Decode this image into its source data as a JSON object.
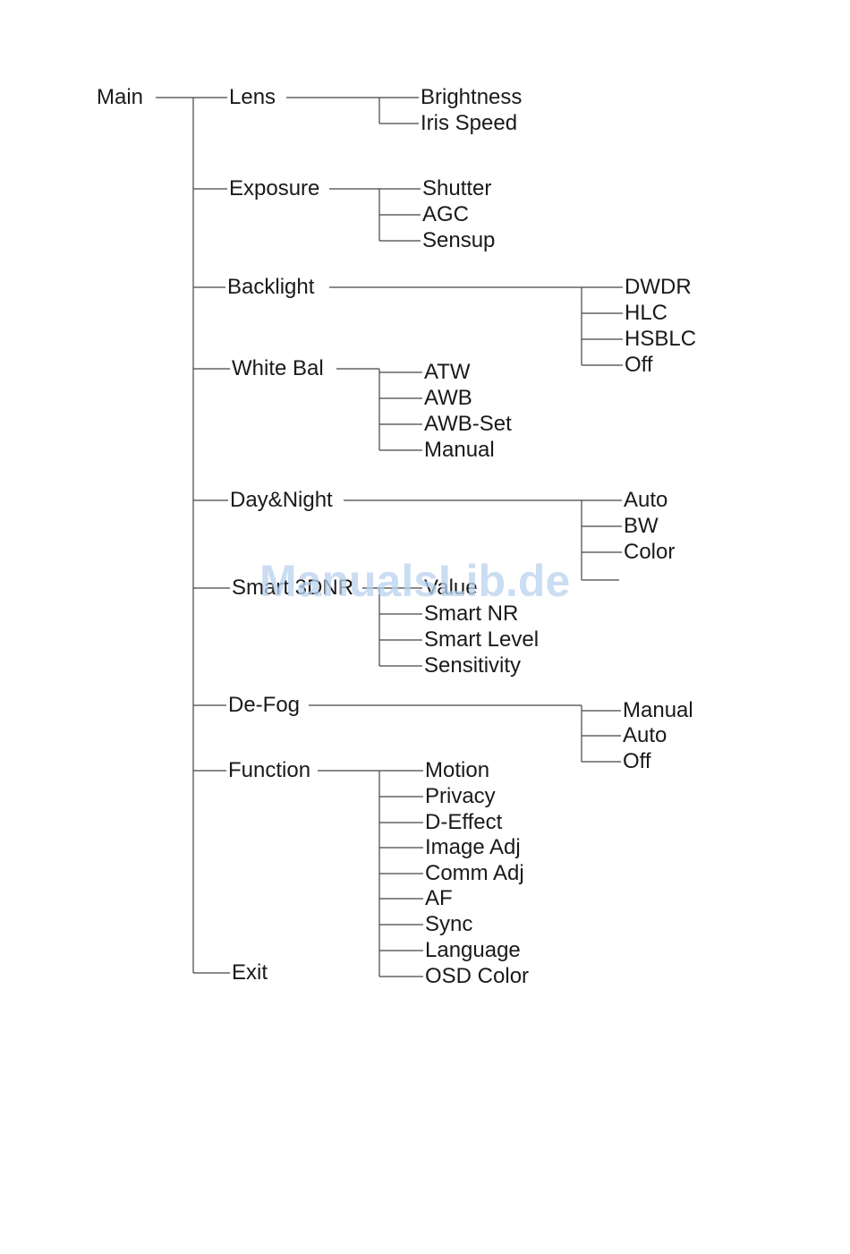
{
  "root": "Main",
  "menus": [
    {
      "label": "Lens",
      "items": [
        "Brightness",
        "Iris Speed"
      ]
    },
    {
      "label": "Exposure",
      "items": [
        "Shutter",
        "AGC",
        "Sensup"
      ]
    },
    {
      "label": "Backlight",
      "items": [
        "DWDR",
        "HLC",
        "HSBLC",
        "Off"
      ]
    },
    {
      "label": "White Bal",
      "items": [
        "ATW",
        "AWB",
        "AWB-Set",
        "Manual"
      ]
    },
    {
      "label": "Day&Night",
      "items": [
        "Auto",
        "BW",
        "Color"
      ]
    },
    {
      "label": "Smart 3DNR",
      "items": [
        "Value",
        "Smart NR",
        "Smart Level",
        "Sensitivity"
      ]
    },
    {
      "label": "De-Fog",
      "items": [
        "Manual",
        "Auto",
        "Off"
      ]
    },
    {
      "label": "Function",
      "items": [
        "Motion",
        "Privacy",
        "D-Effect",
        "Image Adj",
        "Comm Adj",
        "AF",
        "Sync",
        "Language",
        "OSD Color"
      ]
    },
    {
      "label": "Exit",
      "items": []
    }
  ],
  "watermark": "ManualsLib.de"
}
